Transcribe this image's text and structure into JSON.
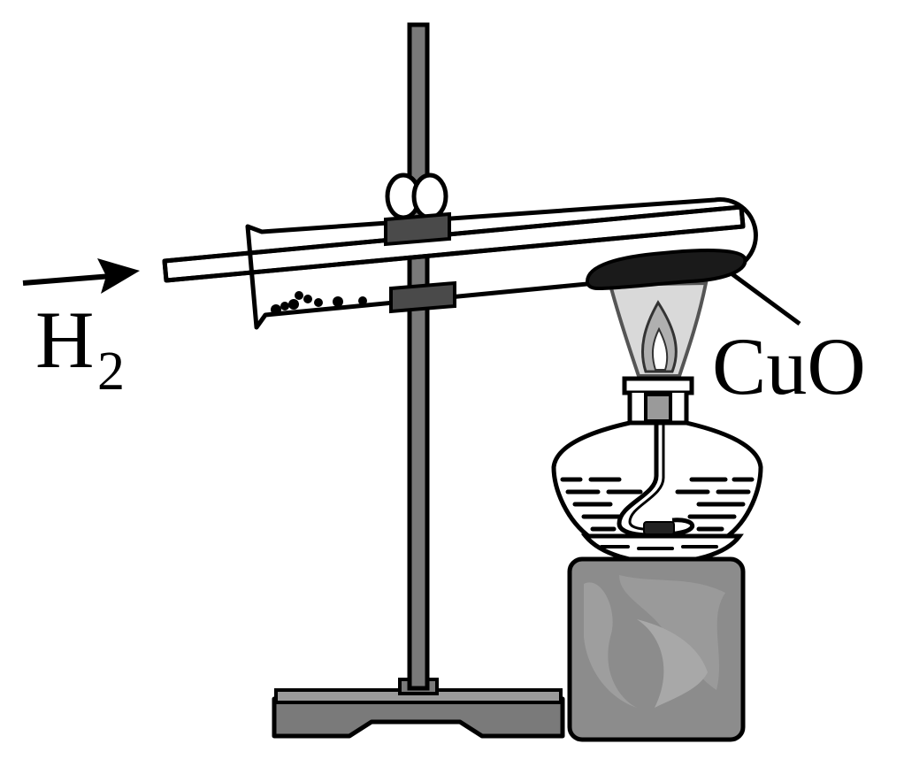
{
  "diagram": {
    "labels": {
      "gas": "H",
      "gas_subscript": "2",
      "reagent": "CuO"
    },
    "colors": {
      "stroke": "#000000",
      "stand_gray": "#7a7a7a",
      "clamp_gray": "#4a4a4a",
      "bottle_gray": "#8c8c8c",
      "flame_outer": "#d9d9d9",
      "flame_inner": "#b0b0b0",
      "cuo_black": "#1a1a1a"
    },
    "icons": [
      "arrow-right-icon",
      "burner-flame-icon"
    ]
  }
}
